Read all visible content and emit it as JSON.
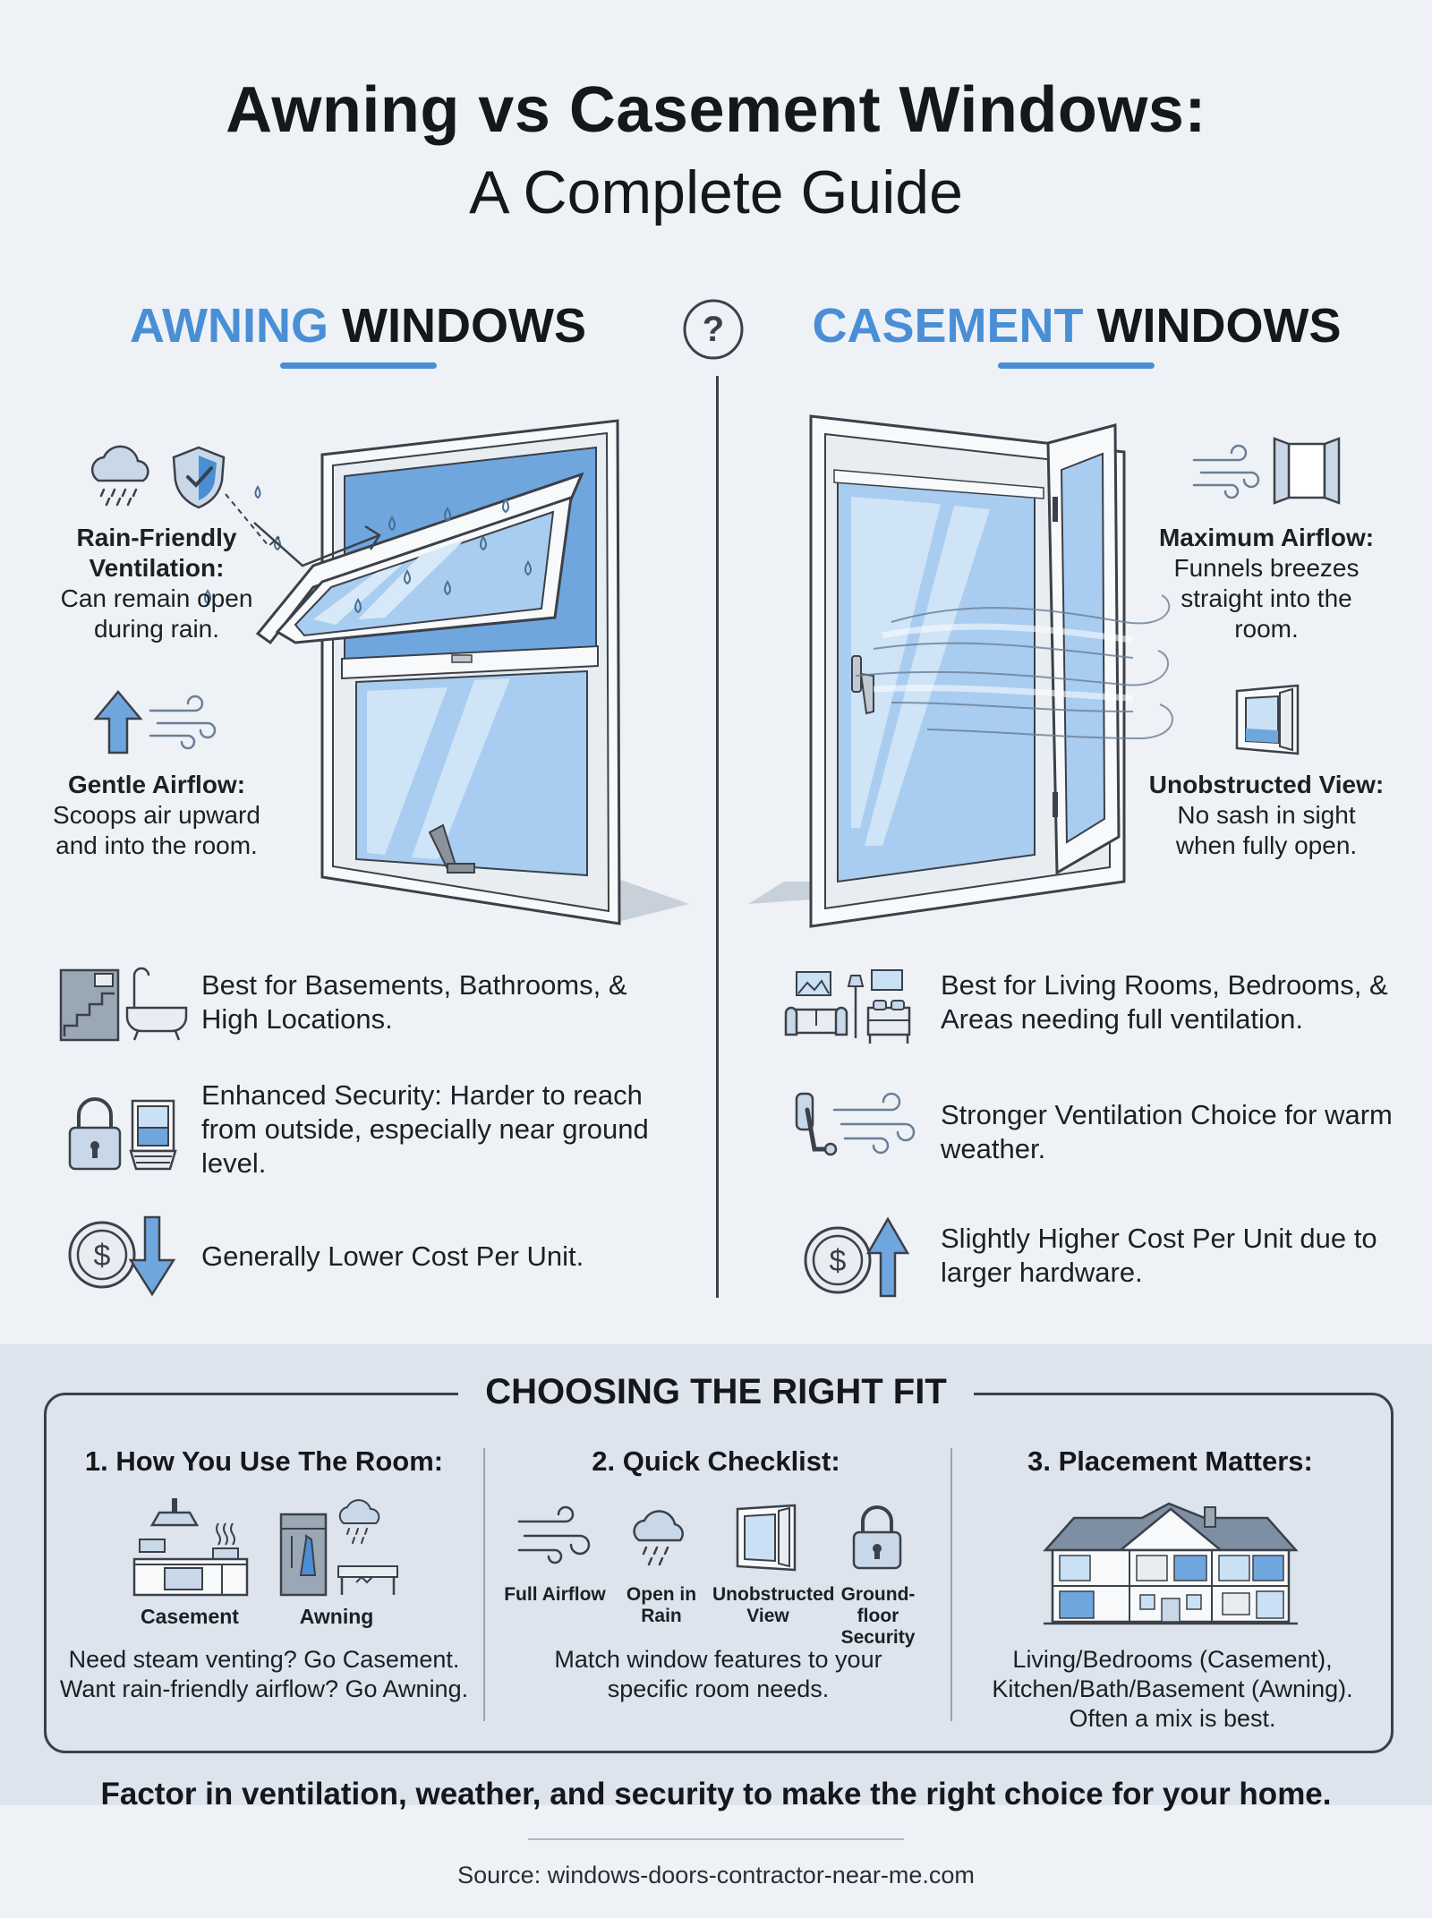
{
  "title": {
    "line1": "Awning vs Casement Windows:",
    "line2": "A Complete Guide"
  },
  "awning": {
    "heading_accent": "AWNING",
    "heading_rest": "WINDOWS",
    "features": [
      {
        "title": "Rain-Friendly Ventilation:",
        "body": "Can remain open during rain.",
        "icons": [
          "rain-cloud-icon",
          "shield-check-icon"
        ]
      },
      {
        "title": "Gentle Airflow:",
        "body": "Scoops air upward and into the room.",
        "icons": [
          "arrow-up-icon",
          "wind-icon"
        ]
      }
    ],
    "bullets": [
      {
        "text": "Best for Basements, Bathrooms, & High Locations.",
        "icon": "stairs-bathtub-icon"
      },
      {
        "text": "Enhanced Security: Harder to reach from outside, especially near ground level.",
        "icon": "lock-window-icon"
      },
      {
        "text": "Generally Lower Cost Per Unit.",
        "icon": "dollar-down-icon"
      }
    ]
  },
  "casement": {
    "heading_accent": "CASEMENT",
    "heading_rest": "WINDOWS",
    "features": [
      {
        "title": "Maximum Airflow:",
        "body": "Funnels breezes straight into the room.",
        "icons": [
          "wind-icon",
          "open-window-icon"
        ]
      },
      {
        "title": "Unobstructed View:",
        "body": "No sash in sight when fully open.",
        "icons": [
          "window-view-icon"
        ]
      }
    ],
    "bullets": [
      {
        "text": "Best for Living Rooms, Bedrooms, & Areas needing full ventilation.",
        "icon": "sofa-bed-icon"
      },
      {
        "text": "Stronger Ventilation Choice for warm weather.",
        "icon": "crank-wind-icon"
      },
      {
        "text": "Slightly Higher Cost Per Unit due to larger hardware.",
        "icon": "dollar-up-icon"
      }
    ]
  },
  "question_mark": "?",
  "choosing": {
    "title": "CHOOSING THE RIGHT FIT",
    "columns": [
      {
        "heading": "1. How You Use The Room:",
        "labels": [
          "Casement",
          "Awning"
        ],
        "desc": "Need steam venting? Go Casement. Want rain-friendly airflow? Go Awning."
      },
      {
        "heading": "2. Quick Checklist:",
        "labels": [
          "Full Airflow",
          "Open in Rain",
          "Unobstructed View",
          "Ground-floor Security"
        ],
        "desc": "Match window features to your specific room needs."
      },
      {
        "heading": "3. Placement Matters:",
        "labels": [],
        "desc": "Living/Bedrooms (Casement), Kitchen/Bath/Basement (Awning). Often a mix is best."
      }
    ]
  },
  "footer": "Factor in ventilation, weather, and security to make the right choice for your home.",
  "source": "Source: windows-doors-contractor-near-me.com",
  "colors": {
    "accent": "#4a8fd6",
    "glass": "#a9cdf0",
    "dark": "#15171b",
    "band": "#dde4ed"
  }
}
